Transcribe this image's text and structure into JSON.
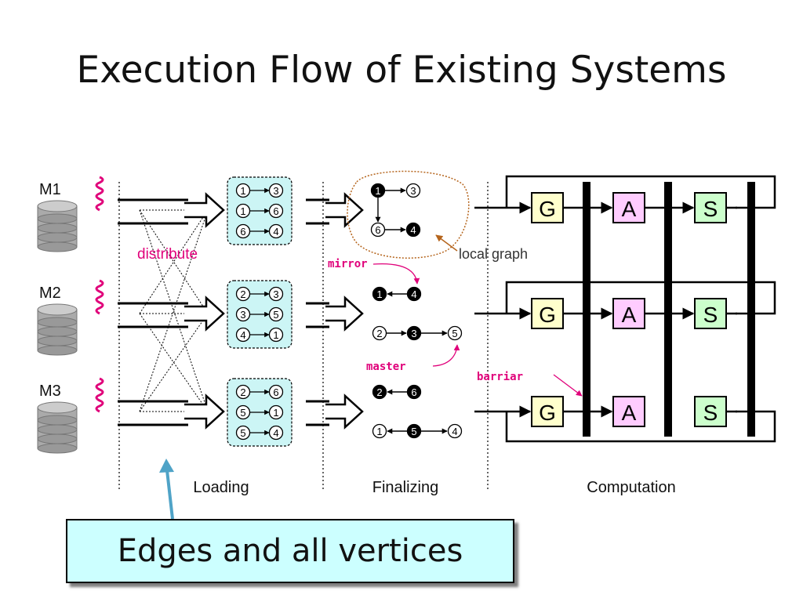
{
  "title": "Execution Flow of Existing  Systems",
  "machines": [
    "M1",
    "M2",
    "M3"
  ],
  "stages": {
    "loading": "Loading",
    "finalizing": "Finalizing",
    "computation": "Computation"
  },
  "labels": {
    "distribute": "distribute",
    "local_graph": "local graph",
    "mirror": "mirror",
    "master": "master",
    "barrier": "barriar"
  },
  "loaded_edges": [
    [
      [
        "1",
        "3"
      ],
      [
        "1",
        "6"
      ],
      [
        "6",
        "4"
      ]
    ],
    [
      [
        "2",
        "3"
      ],
      [
        "3",
        "5"
      ],
      [
        "4",
        "1"
      ]
    ],
    [
      [
        "2",
        "6"
      ],
      [
        "5",
        "1"
      ],
      [
        "5",
        "4"
      ]
    ]
  ],
  "finalized": [
    {
      "row1": [
        "1",
        "3"
      ],
      "row2": [
        "6",
        "4"
      ]
    },
    {
      "row1": [
        "1",
        "4"
      ],
      "row2": [
        "2",
        "3",
        "5"
      ]
    },
    {
      "row1": [
        "2",
        "6"
      ],
      "row2": [
        "1",
        "5",
        "4"
      ]
    }
  ],
  "phases": [
    "G",
    "A",
    "S"
  ],
  "colors": {
    "G": "#ffffcc",
    "A": "#ffccff",
    "S": "#ccffcc",
    "edge_box": "#ccf5f5",
    "accent": "#e0007a",
    "local_graph": "#b5651d",
    "callout": "#ccffff",
    "arrow": "#4fa3c7"
  },
  "callout": "Edges and all vertices"
}
